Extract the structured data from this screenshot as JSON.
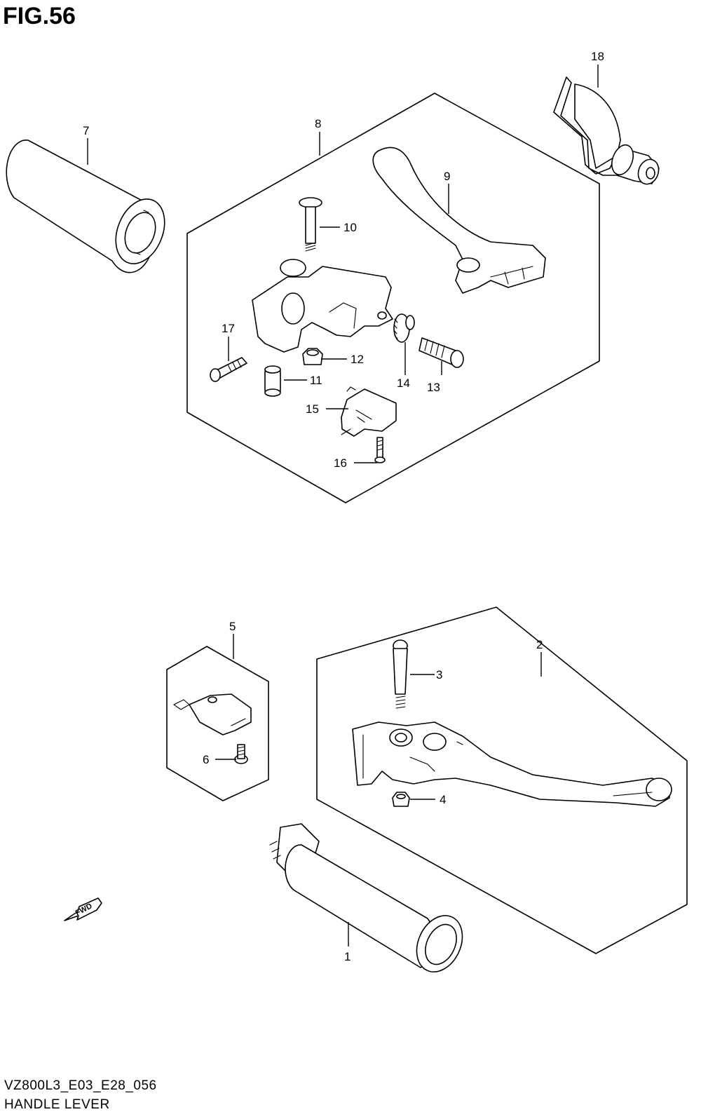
{
  "figure": {
    "title": "FIG.56",
    "code": "VZ800L3_E03_E28_056",
    "name": "HANDLE LEVER"
  },
  "callouts": {
    "p1": "1",
    "p2": "2",
    "p3": "3",
    "p4": "4",
    "p5": "5",
    "p6": "6",
    "p7": "7",
    "p8": "8",
    "p9": "9",
    "p10": "10",
    "p11": "11",
    "p12": "12",
    "p13": "13",
    "p14": "14",
    "p15": "15",
    "p16": "16",
    "p17": "17",
    "p18": "18"
  },
  "direction_marker": {
    "label": "FWD",
    "icon": "forward-arrow-icon"
  }
}
